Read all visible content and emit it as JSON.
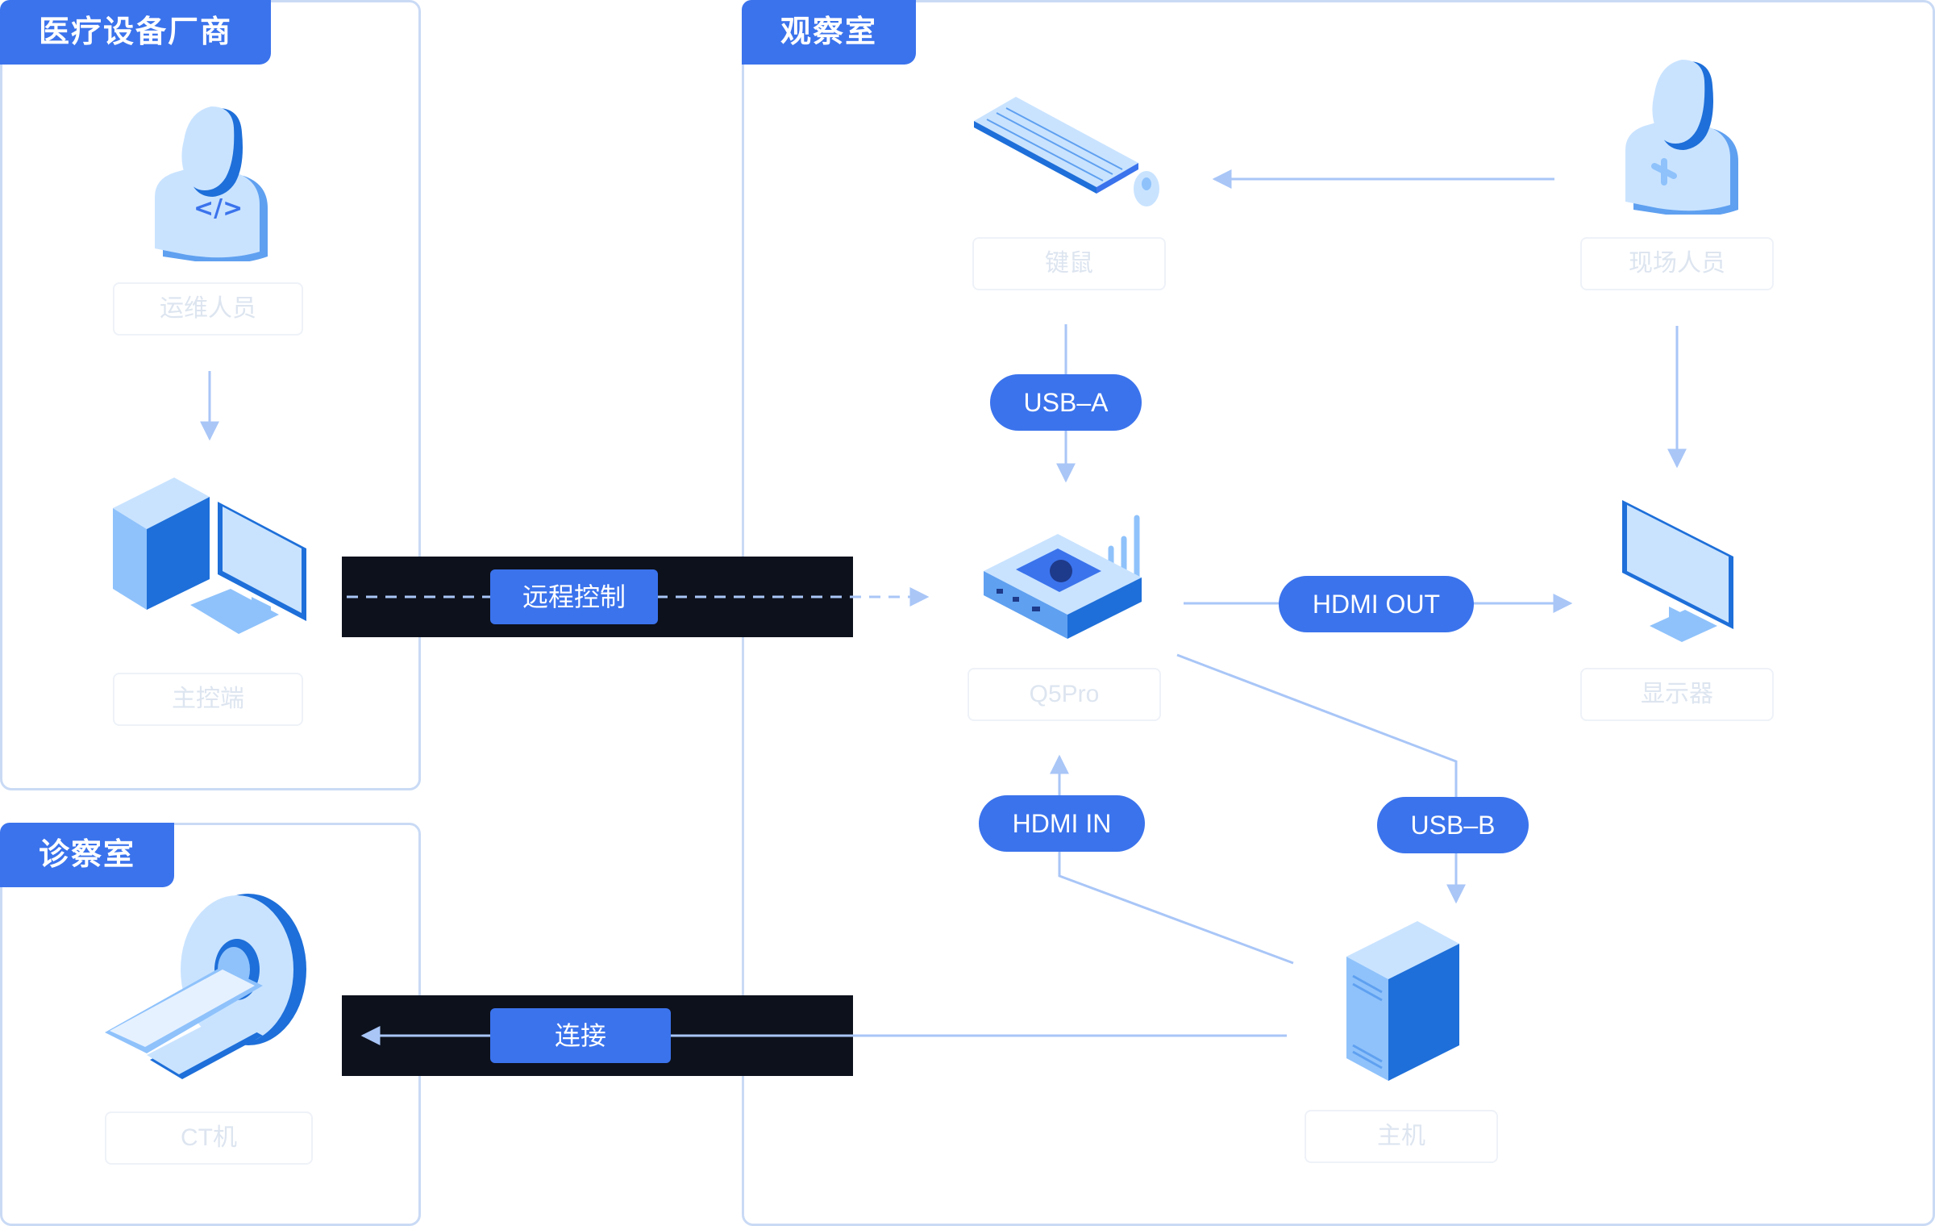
{
  "sections": {
    "vendor": "医疗设备厂商",
    "diagnosis": "诊察室",
    "observation": "观察室"
  },
  "nodes": {
    "ops": "运维人员",
    "master": "主控端",
    "ct": "CT机",
    "kvm": "键鼠",
    "staff": "现场人员",
    "q5pro": "Q5Pro",
    "monitor": "显示器",
    "host": "主机"
  },
  "links": {
    "remote": "远程控制",
    "connect": "连接",
    "usb_a": "USB–A",
    "hdmi_out": "HDMI OUT",
    "hdmi_in": "HDMI IN",
    "usb_b": "USB–B"
  },
  "colors": {
    "accent": "#3b73ec",
    "line": "#a9c6f7",
    "panel_border": "#c9daf5",
    "bar": "#0d111c"
  }
}
